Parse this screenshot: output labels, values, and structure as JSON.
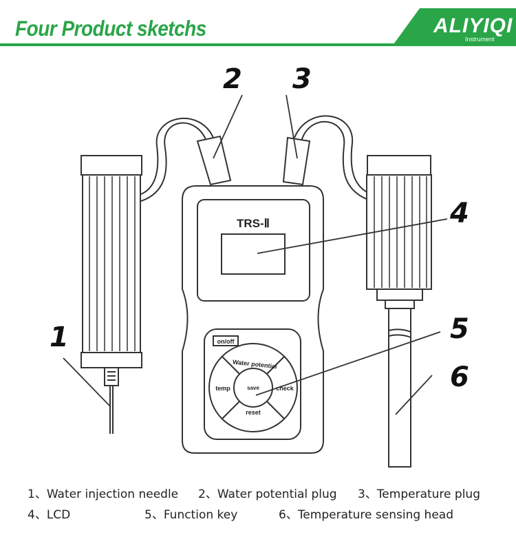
{
  "header": {
    "title": "Four Product sketchs",
    "logo_text": "ALIYIQI",
    "logo_sub": "Instrument",
    "accent_color": "#2aa548"
  },
  "device": {
    "model": "TRS-Ⅱ",
    "keys": {
      "on_off": "on/off",
      "water_potential": "Water potential",
      "temp": "temp",
      "save": "save",
      "check": "check",
      "reset": "reset"
    }
  },
  "callouts": [
    "1",
    "2",
    "3",
    "4",
    "5",
    "6"
  ],
  "legend": [
    "1、Water injection needle",
    "2、Water potential plug",
    "3、Temperature plug",
    "4、LCD",
    "5、Function key",
    "6、Temperature sensing head"
  ]
}
